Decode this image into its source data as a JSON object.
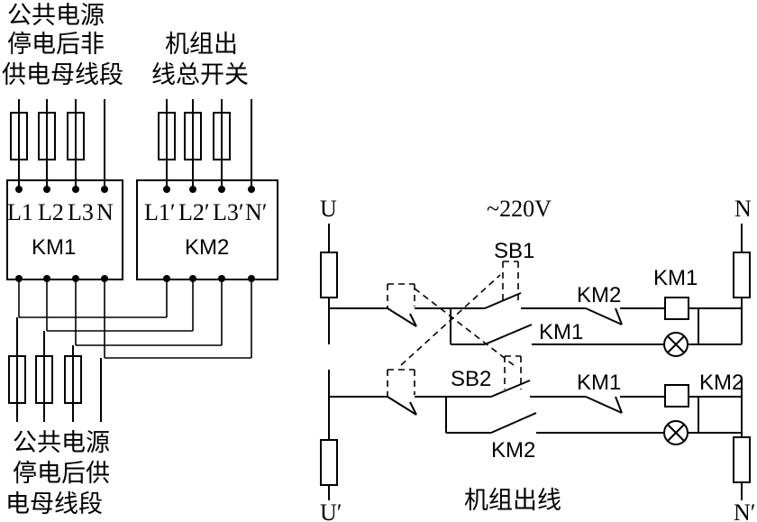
{
  "left_panel": {
    "top_left_caption": [
      "公共电源",
      "停电后非",
      "供电母线段"
    ],
    "top_right_caption": [
      "机组出",
      "线总开关"
    ],
    "bottom_caption": [
      "公共电源",
      "停电后供",
      "电母线段"
    ],
    "km1_terminals": [
      "L1",
      "L2",
      "L3",
      "N"
    ],
    "km2_terminals": [
      "L1′",
      "L2′",
      "L3′",
      "N′"
    ],
    "km1_label": "KM1",
    "km2_label": "KM2"
  },
  "right_panel": {
    "voltage": "~220V",
    "left_top_terminal": "U",
    "left_bottom_terminal": "U′",
    "right_top_terminal": "N",
    "right_bottom_terminal": "N′",
    "sb1": "SB1",
    "sb2": "SB2",
    "row1_interlock": "KM2",
    "row1_coil": "KM1",
    "row2_holding": "KM1",
    "row3_interlock": "KM1",
    "row3_coil": "KM2",
    "row4_holding": "KM2",
    "caption": "机组出线"
  }
}
